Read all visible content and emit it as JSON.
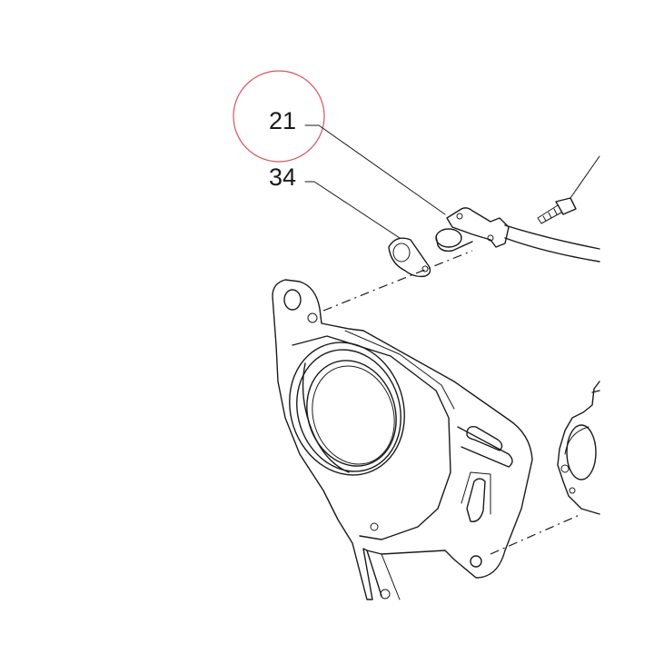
{
  "diagram": {
    "callouts": [
      {
        "id": "21",
        "label": "21",
        "highlighted": true
      },
      {
        "id": "34",
        "label": "34",
        "highlighted": false
      }
    ],
    "colors": {
      "ink": "#1a1a1a",
      "highlight_circle": "#d9535d",
      "background": "#ffffff"
    }
  }
}
